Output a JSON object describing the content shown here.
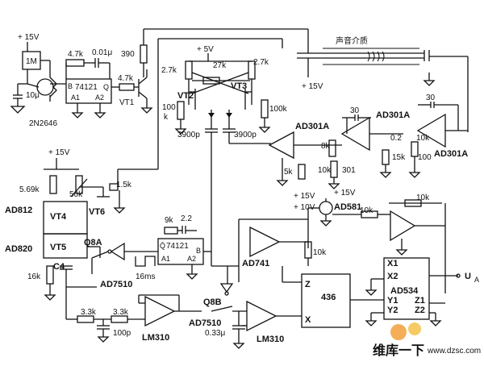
{
  "labels": {
    "v15_topleft": "+ 15V",
    "r1m": "1M",
    "cap10u": "10μ",
    "ujt": "2N2646",
    "r4k7a": "4.7k",
    "c001": "0.01μ",
    "r390": "390",
    "r4k7b": "4.7k",
    "ic74121a": "74121",
    "pinB": "B",
    "pinQ": "Q",
    "pinA1": "A1",
    "pinA2": "A2",
    "vt1": "VT1",
    "v5": "+ 5V",
    "r2k7a": "2.7k",
    "r27k": "27k",
    "r2k7b": "2.7k",
    "vt2": "VT2",
    "vt3": "VT3",
    "r100k_a": "100",
    "r100k_a2": "k",
    "r100k_b": "100k",
    "c3900a": "3900p",
    "c3900b": "3900p",
    "v15_mid": "+ 15V",
    "sound_medium": "声音介质",
    "op301a_1": "AD301A",
    "op301a_2": "AD301A",
    "op301a_3": "AD301A",
    "c30a": "30",
    "c30b": "30",
    "r8k": "8k",
    "r02": "0.2",
    "r10k_a": "10k",
    "r15k": "15k",
    "r100": "100",
    "r5k": "5k",
    "r10k_b": "10k",
    "r301": "301",
    "v15_r": "+ 15V",
    "v15_top2": "+ 15V",
    "r5_69k": "5.69k",
    "r50k": "50k",
    "r1_5k": "1.5k",
    "ad812": "AD812",
    "vt4": "VT4",
    "vt5": "VT5",
    "vt6": "VT6",
    "ad820": "AD820",
    "q8a": "Q8A",
    "r16k": "16k",
    "c4": "C4",
    "ad7510a": "AD7510",
    "r9k": "9k",
    "c2_2": "2.2",
    "ic74121b": "74121",
    "qbar": "Q̄",
    "pinB2": "B",
    "pinA1b": "A1",
    "pinA2b": "A2",
    "t16ms": "16ms",
    "v10": "+ 10V",
    "v15_b": "+ 15V",
    "ad581": "AD581",
    "r10k_c": "10k",
    "r10k_d": "10k",
    "ad741": "AD741",
    "r10k_e": "10k",
    "pinZ": "Z",
    "pinX": "X",
    "ic436": "436",
    "ic534": "AD534",
    "pX1": "X1",
    "pX2": "X2",
    "pY1": "Y1",
    "pY2": "Y2",
    "pZ1": "Z1",
    "pZ2": "Z2",
    "out": "U",
    "out_sub": "A",
    "q8b": "Q8B",
    "ad7510b": "AD7510",
    "c033": "0.33μ",
    "lm310a": "LM310",
    "lm310b": "LM310",
    "r3k3a": "3.3k",
    "r3k3b": "3.3k",
    "c100p": "100p",
    "watermark_cn": "维库一下",
    "watermark_url": "www.dzsc.com"
  }
}
